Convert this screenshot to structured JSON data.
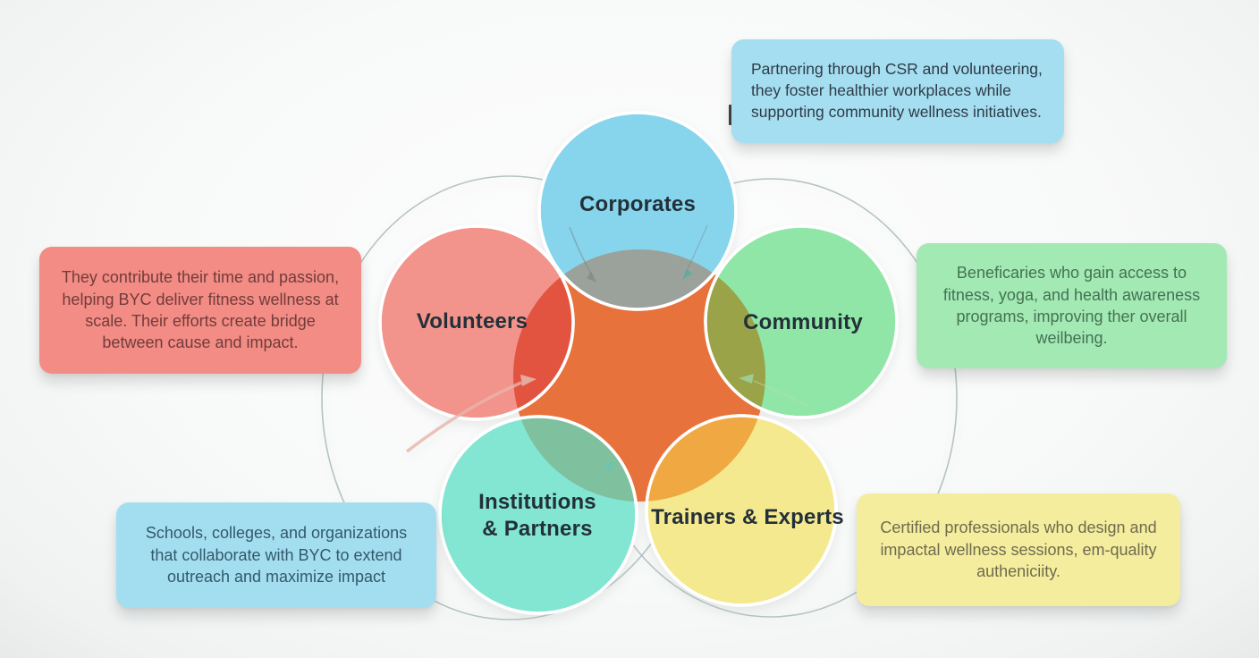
{
  "diagram": {
    "center_color": "#E8723C",
    "ring_color": "#A3B6B2",
    "label_color": "#233039",
    "cursor_color": "#1B1B1B",
    "petals": [
      {
        "label": "Corporates",
        "fill": "#87D5EC",
        "overlap_fill": "#9AA29B"
      },
      {
        "label": "Volunteers",
        "fill": "#F2948B",
        "overlap_fill": "#E25440"
      },
      {
        "label": "Community",
        "fill": "#8FE6A7",
        "overlap_fill": "#9AA348"
      },
      {
        "label": "Institutions & Partners",
        "label_lines": [
          "Institutions",
          "& Partners"
        ],
        "fill": "#82E6D3",
        "overlap_fill": "#7FC09E"
      },
      {
        "label": "Trainers & Experts",
        "fill": "#F5E98F",
        "overlap_fill": "#F0A843"
      }
    ],
    "callouts": [
      {
        "name": "corporates",
        "text": "Partnering through CSR and volunteering, they foster healthier workplaces while supporting community wellness initiatives.",
        "bg": "#A5DEF1",
        "text_color": "#2E3B46"
      },
      {
        "name": "volunteers",
        "text": "They contribute their time and passion, helping BYC deliver fitness wellness at scale. Their efforts create bridge between cause and impact.",
        "bg": "#F28C84",
        "text_color": "#713C3C"
      },
      {
        "name": "community",
        "text": "Beneficaries who gain access to fitness, yoga, and health awareness programs, improving ther overall weilbeing.",
        "bg": "#A3E9B4",
        "text_color": "#447253"
      },
      {
        "name": "institutions",
        "text": "Schools, colleges, and organizations that collaborate with BYC to extend outreach and maximize impact",
        "bg": "#A3DEF0",
        "text_color": "#33586B"
      },
      {
        "name": "trainers",
        "text": "Certified professionals who design and impactal wellness sessions, em-quality autheniciity.",
        "bg": "#F4ED9E",
        "text_color": "#6F6B4E"
      }
    ]
  }
}
